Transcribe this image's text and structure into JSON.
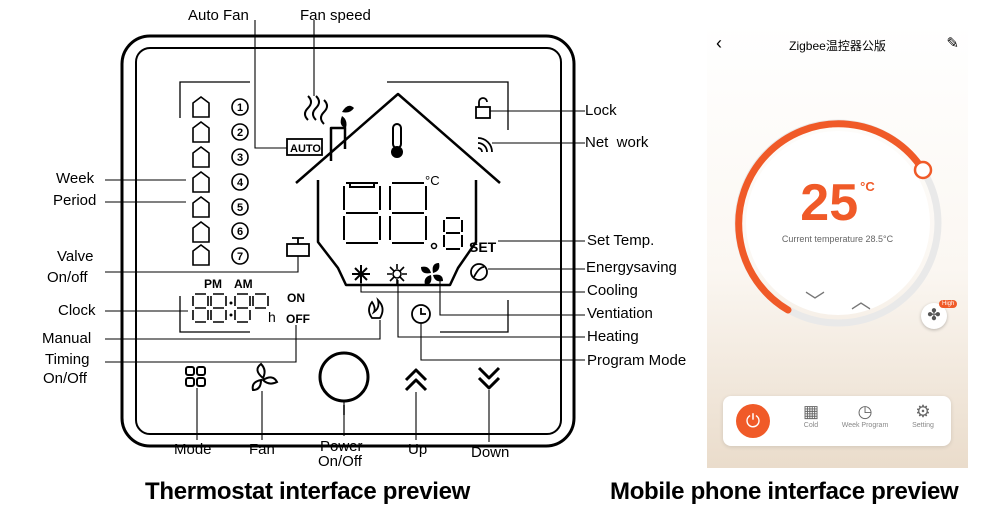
{
  "thermostat": {
    "labels": {
      "auto_fan": "Auto Fan",
      "fan_speed": "Fan speed",
      "lock": "Lock",
      "network": "Net  work",
      "week": "Week",
      "period": "Period",
      "valve_on": "Valve",
      "valve_off": "On/off",
      "clock": "Clock",
      "manual": "Manual",
      "timing_1": "Timing",
      "timing_2": "On/Off",
      "set_temp": "Set Temp.",
      "energysaving": "Energysaving",
      "cooling": "Cooling",
      "ventilation": "Ventiation",
      "heating": "Heating",
      "program_mode": "Program Mode",
      "mode": "Mode",
      "fan": "Fan",
      "power_1": "Power",
      "power_2": "On/Off",
      "up": "Up",
      "down": "Down"
    },
    "lcd": {
      "auto": "AUTO",
      "set": "SET",
      "pm": "PM",
      "am": "AM",
      "on": "ON",
      "off": "OFF",
      "h": "h",
      "celsius": "°C",
      "period_numbers": [
        "1",
        "2",
        "3",
        "4",
        "5",
        "6",
        "7"
      ]
    }
  },
  "phone": {
    "title": "Zigbee温控器公版",
    "temperature": "25",
    "unit": "°C",
    "current_temp": "Current temperature 28.5°C",
    "fan_badge": "High",
    "tabs": [
      {
        "label": "",
        "icon": "power-icon"
      },
      {
        "label": "Cold",
        "icon": "grid-icon"
      },
      {
        "label": "Week Program",
        "icon": "clock-icon"
      },
      {
        "label": "Setting",
        "icon": "gear-icon"
      }
    ],
    "accent": "#f05a28"
  },
  "captions": {
    "left": "Thermostat interface preview",
    "right": "Mobile phone interface preview"
  }
}
